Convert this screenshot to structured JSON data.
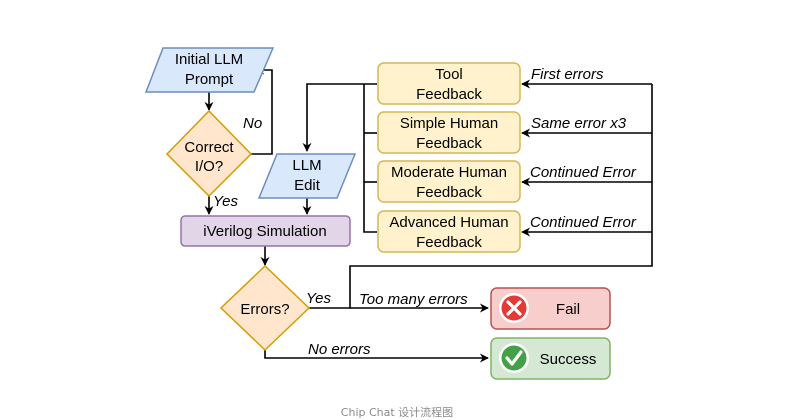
{
  "diagram": {
    "nodes": {
      "initial_prompt": [
        "Initial LLM",
        "Prompt"
      ],
      "correct_io": [
        "Correct",
        "I/O?"
      ],
      "llm_edit": [
        "LLM",
        "Edit"
      ],
      "iverilog_sim": "iVerilog Simulation",
      "errors": "Errors?",
      "tool_feedback": [
        "Tool",
        "Feedback"
      ],
      "simple_human": [
        "Simple Human",
        "Feedback"
      ],
      "moderate_human": [
        "Moderate Human",
        "Feedback"
      ],
      "advanced_human": [
        "Advanced Human",
        "Feedback"
      ],
      "fail": "Fail",
      "success": "Success"
    },
    "edge_labels": {
      "no": "No",
      "yes_io": "Yes",
      "yes_errors": "Yes",
      "first_errors": "First errors",
      "same_error": "Same error x3",
      "continued_1": "Continued Error",
      "continued_2": "Continued Error",
      "too_many": "Too many errors",
      "no_errors": "No errors"
    },
    "icons": {
      "fail": "x-circle-icon",
      "success": "check-circle-icon"
    },
    "colors": {
      "blue_fill": "#dae8fc",
      "blue_stroke": "#6c8ebf",
      "yellow_fill": "#fff2cc",
      "yellow_stroke": "#d6b656",
      "purple_fill": "#e1d5e7",
      "purple_stroke": "#9673a6",
      "red_fill": "#f8cecc",
      "red_stroke": "#b85450",
      "green_fill": "#d5e8d4",
      "green_stroke": "#82b366"
    }
  },
  "caption": "Chip Chat 设计流程图"
}
